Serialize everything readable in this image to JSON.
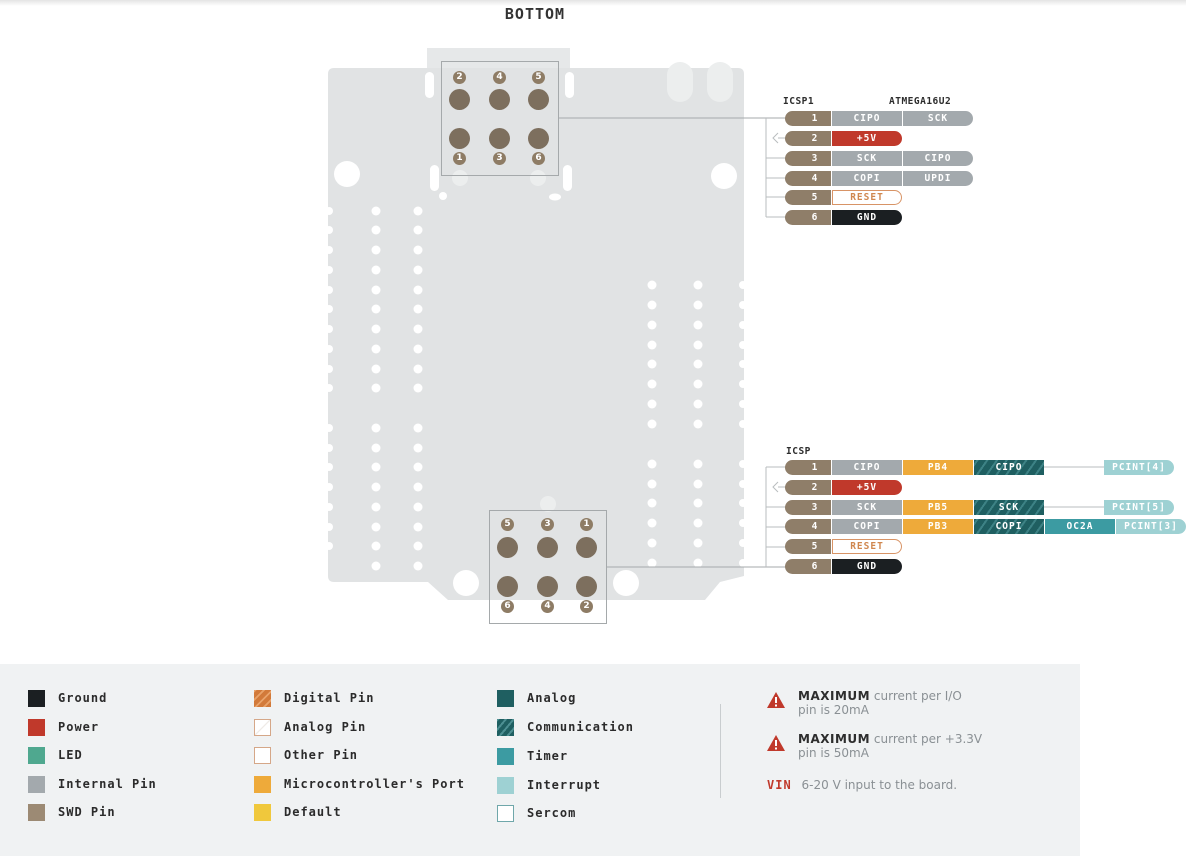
{
  "title": "BOTTOM",
  "colors": {
    "ground": "#1b1f22",
    "power": "#c0392b",
    "led": "#4fa88f",
    "internal_pin": "#a3a9ad",
    "swd_pin": "#9c8a74",
    "microcontroller_port": "#eeaa3a",
    "default": "#f0c83c",
    "analog": "#1f5f61",
    "timer": "#3c9ba2",
    "interrupt": "#9ed1d3",
    "board": "#e1e3e4",
    "pad": "#7d6f5e"
  },
  "board": {
    "top_header": {
      "top_row_numbers": [
        "2",
        "4",
        "5"
      ],
      "bottom_row_numbers": [
        "1",
        "3",
        "6"
      ]
    },
    "bottom_header": {
      "top_row_numbers": [
        "5",
        "3",
        "1"
      ],
      "bottom_row_numbers": [
        "6",
        "4",
        "2"
      ]
    }
  },
  "icsp1": {
    "label": "ICSP1",
    "chip_label": "ATMEGA16U2",
    "pins": [
      {
        "num": "1",
        "name": "CIPO",
        "alt": "SCK"
      },
      {
        "num": "2",
        "name": "+5V"
      },
      {
        "num": "3",
        "name": "SCK",
        "alt": "CIPO"
      },
      {
        "num": "4",
        "name": "COPI",
        "alt": "UPDI"
      },
      {
        "num": "5",
        "name": "RESET"
      },
      {
        "num": "6",
        "name": "GND"
      }
    ]
  },
  "icsp": {
    "label": "ICSP",
    "pins": [
      {
        "num": "1",
        "name": "CIPO",
        "port": "PB4",
        "comm": "CIPO",
        "interrupt": "PCINT[4]"
      },
      {
        "num": "2",
        "name": "+5V"
      },
      {
        "num": "3",
        "name": "SCK",
        "port": "PB5",
        "comm": "SCK",
        "interrupt": "PCINT[5]"
      },
      {
        "num": "4",
        "name": "COPI",
        "port": "PB3",
        "comm": "COPI",
        "timer": "OC2A",
        "interrupt": "PCINT[3]"
      },
      {
        "num": "5",
        "name": "RESET"
      },
      {
        "num": "6",
        "name": "GND"
      }
    ]
  },
  "legend": {
    "col1": [
      "Ground",
      "Power",
      "LED",
      "Internal Pin",
      "SWD Pin"
    ],
    "col2": [
      "Digital Pin",
      "Analog Pin",
      "Other Pin",
      "Microcontroller's Port",
      "Default"
    ],
    "col3": [
      "Analog",
      "Communication",
      "Timer",
      "Interrupt",
      "Sercom"
    ],
    "notes": [
      {
        "strong": "MAXIMUM",
        "text": "current per I/O",
        "text2": "pin is 20mA"
      },
      {
        "strong": "MAXIMUM",
        "text": "current per +3.3V",
        "text2": "pin is 50mA"
      }
    ],
    "vin": {
      "label": "VIN",
      "text": "6-20 V input to the board."
    }
  }
}
